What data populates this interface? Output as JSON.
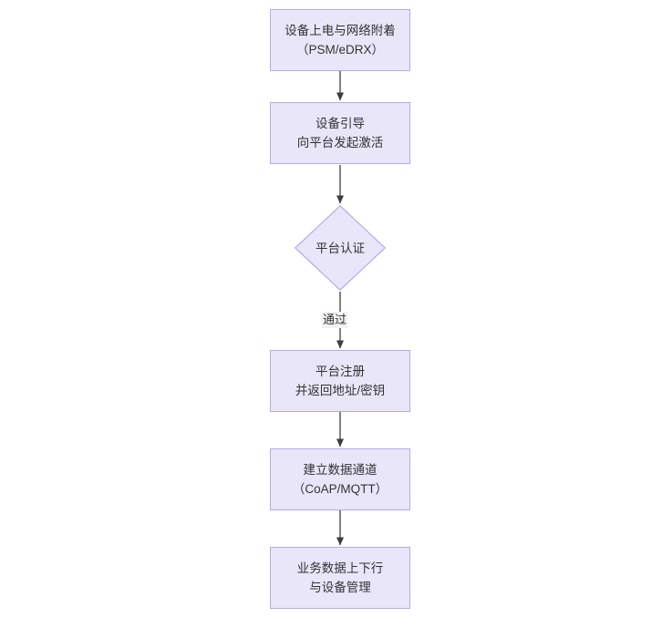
{
  "diagram": {
    "title": "",
    "background": "#ffffff",
    "node_fill": "#e9e6fa",
    "node_border": "#b9a8e8",
    "text_color": "#333333",
    "edge_color": "#3d3d3d",
    "nodes": [
      {
        "id": "power",
        "shape": "rect",
        "line1": "设备上电与网络附着",
        "line2": "（PSM/eDRX）"
      },
      {
        "id": "bootstrap",
        "shape": "rect",
        "line1": "设备引导",
        "line2": "向平台发起激活"
      },
      {
        "id": "auth",
        "shape": "diamond",
        "line1": "平台认证",
        "line2": ""
      },
      {
        "id": "register",
        "shape": "rect",
        "line1": "平台注册",
        "line2": "并返回地址/密钥"
      },
      {
        "id": "channel",
        "shape": "rect",
        "line1": "建立数据通道",
        "line2": "（CoAP/MQTT）"
      },
      {
        "id": "business",
        "shape": "rect",
        "line1": "业务数据上下行",
        "line2": "与设备管理"
      }
    ],
    "edges": [
      {
        "id": "e1",
        "from": "power",
        "to": "bootstrap",
        "label": ""
      },
      {
        "id": "e2",
        "from": "bootstrap",
        "to": "auth",
        "label": ""
      },
      {
        "id": "e3",
        "from": "auth",
        "to": "register",
        "label": "通过"
      },
      {
        "id": "e4",
        "from": "register",
        "to": "channel",
        "label": ""
      },
      {
        "id": "e5",
        "from": "channel",
        "to": "business",
        "label": ""
      }
    ]
  }
}
